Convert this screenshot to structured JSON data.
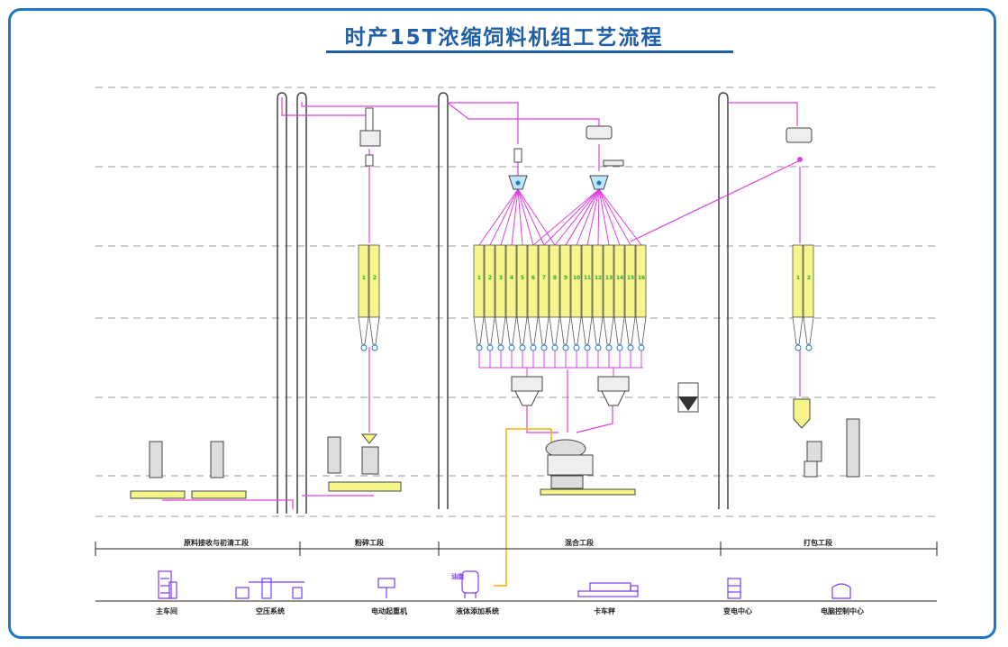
{
  "title": "时产15T浓缩饲料机组工艺流程",
  "sections": [
    {
      "label": "原料接收与初清工段"
    },
    {
      "label": "粉碎工段"
    },
    {
      "label": "混合工段"
    },
    {
      "label": "打包工段"
    }
  ],
  "facilities": [
    {
      "label": "主车间",
      "icon": "building-icon"
    },
    {
      "label": "空压系统",
      "icon": "compressor-icon"
    },
    {
      "label": "电动起重机",
      "icon": "crane-icon"
    },
    {
      "label": "液体添加系统",
      "icon": "liquid-tank-icon",
      "tag": "油脂"
    },
    {
      "label": "卡车秤",
      "icon": "truck-scale-icon"
    },
    {
      "label": "变电中心",
      "icon": "substation-icon"
    },
    {
      "label": "电脑控制中心",
      "icon": "control-center-icon"
    }
  ],
  "bins": {
    "pregrind": [
      "1",
      "2"
    ],
    "batching": [
      "1",
      "2",
      "3",
      "4",
      "5",
      "6",
      "7",
      "8",
      "9",
      "10",
      "11",
      "12",
      "13",
      "14",
      "15",
      "16"
    ],
    "finished": [
      "1",
      "2"
    ]
  },
  "colors": {
    "frame": "#1f78c1",
    "title": "#1f5fa8",
    "flow": "#e040e0",
    "liquid": "#f0b400",
    "bin": "#f5f58a"
  }
}
